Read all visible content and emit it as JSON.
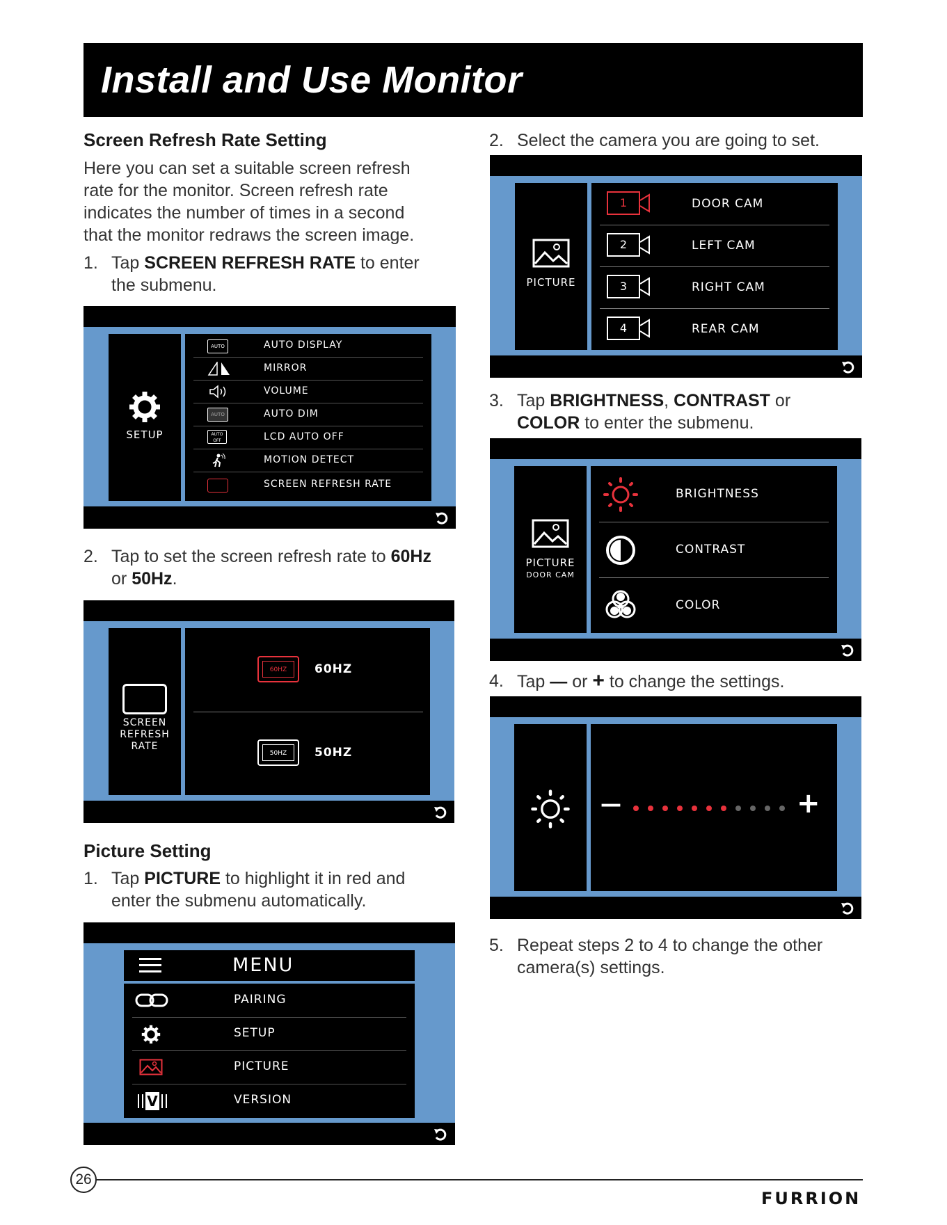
{
  "header": {
    "title": "Install and Use Monitor"
  },
  "refresh": {
    "heading": "Screen Refresh Rate Setting",
    "intro": [
      "Here you can set a suitable screen refresh",
      "rate for the monitor. Screen refresh rate",
      "indicates the number of times in a second",
      "that the monitor redraws the screen image."
    ],
    "step1": {
      "num": "1.",
      "pre": "Tap ",
      "bold": "SCREEN REFRESH RATE",
      "post": " to enter",
      "line2": "the submenu."
    },
    "step2": {
      "num": "2.",
      "pre": "Tap to set the screen refresh rate to ",
      "bold1": "60Hz",
      "line2pre": "or ",
      "bold2": "50Hz",
      "line2post": "."
    }
  },
  "setup_screen": {
    "side": "SETUP",
    "items": [
      {
        "icon": "AUTO",
        "label": "AUTO DISPLAY"
      },
      {
        "icon": "",
        "label": "MIRROR"
      },
      {
        "icon": "",
        "label": "VOLUME"
      },
      {
        "icon": "AUTO",
        "label": "AUTO DIM"
      },
      {
        "icon": "AUTO OFF",
        "label": "LCD AUTO OFF"
      },
      {
        "icon": "",
        "label": "MOTION DETECT"
      },
      {
        "icon": "",
        "label": "SCREEN REFRESH RATE"
      }
    ]
  },
  "rate_screen": {
    "side": [
      "SCREEN",
      "REFRESH",
      "RATE"
    ],
    "opt1_badge": "60HZ",
    "opt1_label": "60HZ",
    "opt2_badge": "50HZ",
    "opt2_label": "50HZ"
  },
  "picture": {
    "heading": "Picture Setting",
    "step1": {
      "num": "1.",
      "pre": "Tap ",
      "bold": "PICTURE",
      "post": " to highlight it in red and",
      "line2": "enter the submenu automatically."
    }
  },
  "menu_screen": {
    "title": "MENU",
    "items": [
      "PAIRING",
      "SETUP",
      "PICTURE",
      "VERSION"
    ],
    "version_glyph": "V"
  },
  "right": {
    "step2": {
      "num": "2.",
      "text": "Select the camera you are going to set."
    },
    "step3": {
      "num": "3.",
      "pre": "Tap ",
      "b1": "BRIGHTNESS",
      "mid": ", ",
      "b2": "CONTRAST",
      "post": " or",
      "b3": "COLOR",
      "line2post": " to enter the submenu."
    },
    "step4": {
      "num": "4.",
      "pre": "Tap ",
      "minus": "—",
      "or": " or ",
      "plus": "+",
      "post": " to change the settings."
    },
    "step5": {
      "num": "5.",
      "line1": "Repeat steps 2 to 4 to change the other",
      "line2": "camera(s) settings."
    }
  },
  "camera_screen": {
    "side": "PICTURE",
    "cams": [
      {
        "num": "1",
        "label": "DOOR CAM"
      },
      {
        "num": "2",
        "label": "LEFT CAM"
      },
      {
        "num": "3",
        "label": "RIGHT CAM"
      },
      {
        "num": "4",
        "label": "REAR CAM"
      }
    ]
  },
  "adjust_screen": {
    "side": "PICTURE",
    "side_sub": "DOOR CAM",
    "items": [
      "BRIGHTNESS",
      "CONTRAST",
      "COLOR"
    ]
  },
  "level_screen": {
    "minus": "—",
    "plus": "+",
    "level": 7,
    "max": 11
  },
  "footer": {
    "page": "26",
    "brand": "FURRION"
  },
  "colors": {
    "accent_red": "#e8323c",
    "screen_blue": "#6699cc"
  }
}
